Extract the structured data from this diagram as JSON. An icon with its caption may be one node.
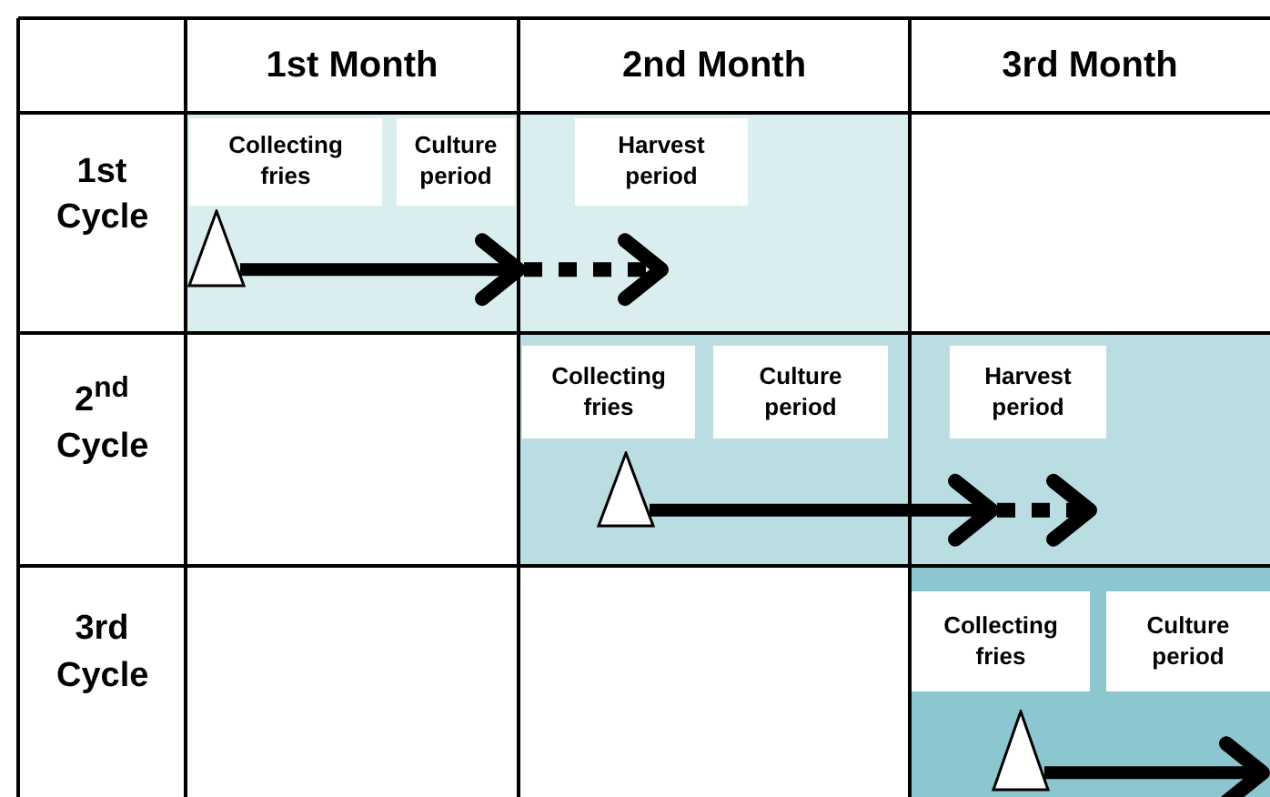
{
  "diagram": {
    "nodes": [
      {
        "text": [],
        "shape": "bar"
      },
      {
        "text": [
          "Collecting fries"
        ],
        "in": 0
      },
      {
        "text": [
          "Culture period"
        ],
        "in": 0
      },
      {
        "text": [
          "Harvest period"
        ],
        "in": 0
      },
      {
        "text": [],
        "shape": "triangle",
        "in": 0
      },
      {
        "text": [],
        "shape": "bar"
      },
      {
        "text": [
          "Collecting fries"
        ],
        "in": 5
      },
      {
        "text": [
          "Culture period"
        ],
        "in": 5
      },
      {
        "text": [
          "Harvest period"
        ],
        "in": 5
      },
      {
        "text": [],
        "shape": "triangle",
        "in": 5
      },
      {
        "text": [],
        "shape": "bar"
      },
      {
        "text": [
          "Collecting fries"
        ],
        "in": 10
      },
      {
        "text": [
          "Culture period"
        ],
        "in": 10
      },
      {
        "text": [],
        "shape": "triangle",
        "in": 10
      }
    ],
    "edges": [
      {
        "from": 4,
        "to": 3,
        "arrow": "to"
      },
      {
        "from": 9,
        "to": 10,
        "arrow": "to"
      },
      {
        "from": 13,
        "to": null,
        "arrow": "to"
      }
    ],
    "labels": [
      "1st Month",
      "2nd Month",
      "3rd Month",
      "1st Cycle",
      "2$^{nd}$ Cycle",
      "3rd Cycle"
    ]
  }
}
